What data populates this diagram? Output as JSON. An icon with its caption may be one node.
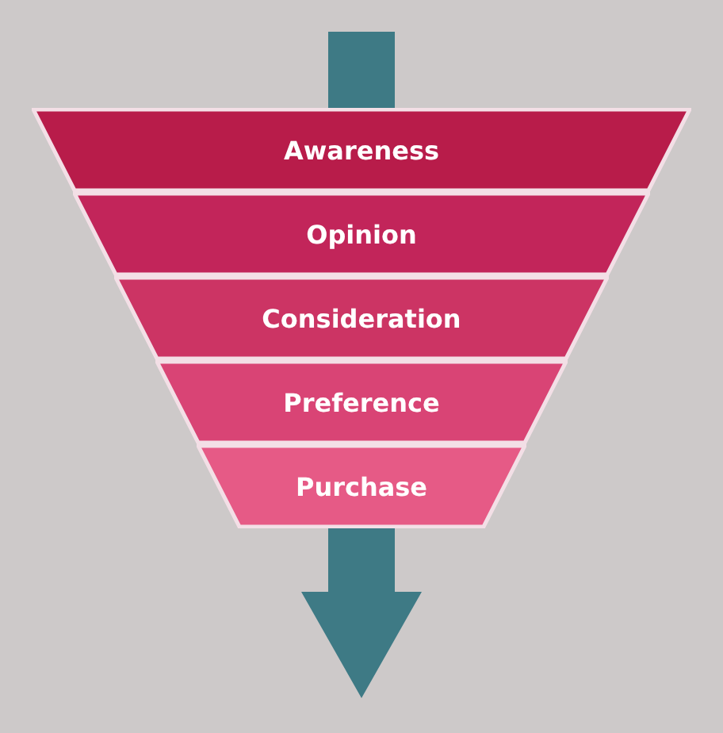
{
  "diagram": {
    "nodes": [
      {
        "text": [
          "Awareness"
        ]
      },
      {
        "text": [
          "Opinion"
        ]
      },
      {
        "text": [
          "Consideration"
        ]
      },
      {
        "text": [
          "Preference"
        ]
      },
      {
        "text": [
          "Purchase"
        ]
      }
    ]
  }
}
